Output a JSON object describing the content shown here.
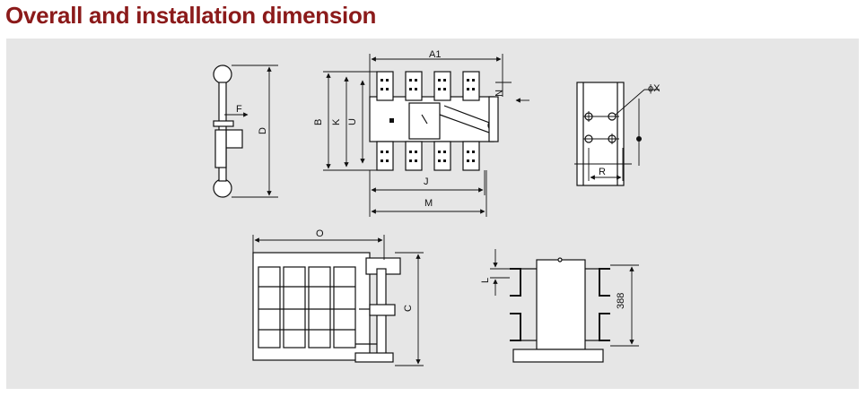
{
  "title": "Overall and installation dimension",
  "labels": {
    "A1": "A1",
    "B": "B",
    "K": "K",
    "U": "U",
    "N": "N",
    "J": "J",
    "M": "M",
    "F": "F",
    "D": "D",
    "X": "ϕX",
    "R": "R",
    "O": "O",
    "C": "C",
    "L": "L",
    "dim388": "388"
  },
  "colors": {
    "title": "#8b1a1a",
    "panel": "#e6e6e6",
    "line": "#111111"
  }
}
